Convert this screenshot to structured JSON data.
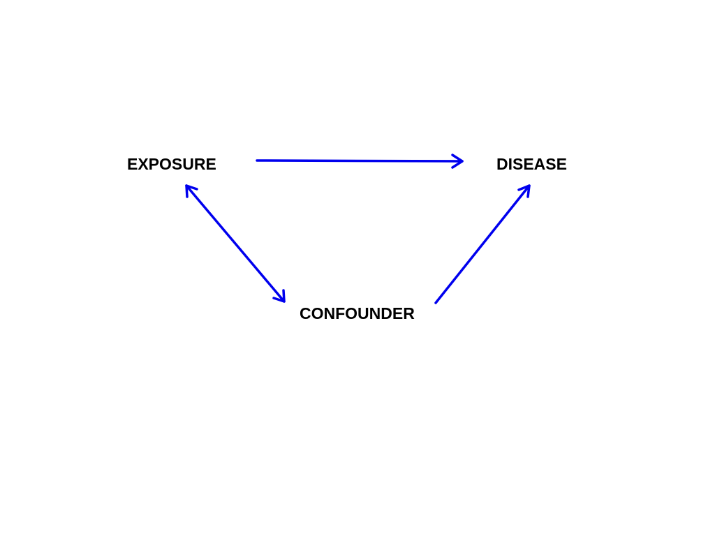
{
  "diagram": {
    "nodes": {
      "exposure": "EXPOSURE",
      "disease": "DISEASE",
      "confounder": "CONFOUNDER"
    },
    "edges": [
      {
        "from": "exposure",
        "to": "disease",
        "direction": "forward"
      },
      {
        "from": "exposure",
        "to": "confounder",
        "direction": "both"
      },
      {
        "from": "confounder",
        "to": "disease",
        "direction": "forward"
      }
    ],
    "arrow_color": "#0000ee"
  }
}
